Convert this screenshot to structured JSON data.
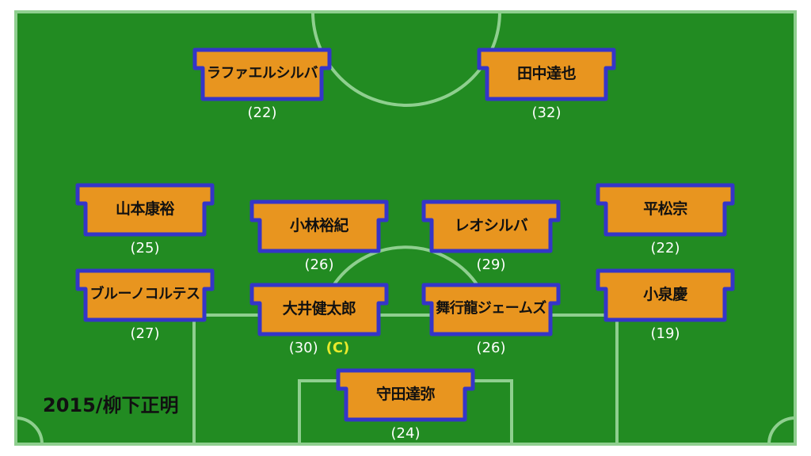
{
  "season_manager": "2015/柳下正明",
  "captain_mark": "(C)",
  "colors": {
    "pitch": "#228b22",
    "lines": "#8fcf8f",
    "shirt": "#e8951f",
    "shirt_border": "#3535c8"
  },
  "players": [
    {
      "name": "ラファエルシルバ",
      "number": "(22)"
    },
    {
      "name": "田中達也",
      "number": "(32)"
    },
    {
      "name": "山本康裕",
      "number": "(25)"
    },
    {
      "name": "小林裕紀",
      "number": "(26)"
    },
    {
      "name": "レオシルバ",
      "number": "(29)"
    },
    {
      "name": "平松宗",
      "number": "(22)"
    },
    {
      "name": "ブルーノコルテス",
      "number": "(27)"
    },
    {
      "name": "大井健太郎",
      "number": "(30)"
    },
    {
      "name": "舞行龍ジェームズ",
      "number": "(26)"
    },
    {
      "name": "小泉慶",
      "number": "(19)"
    },
    {
      "name": "守田達弥",
      "number": "(24)"
    }
  ]
}
